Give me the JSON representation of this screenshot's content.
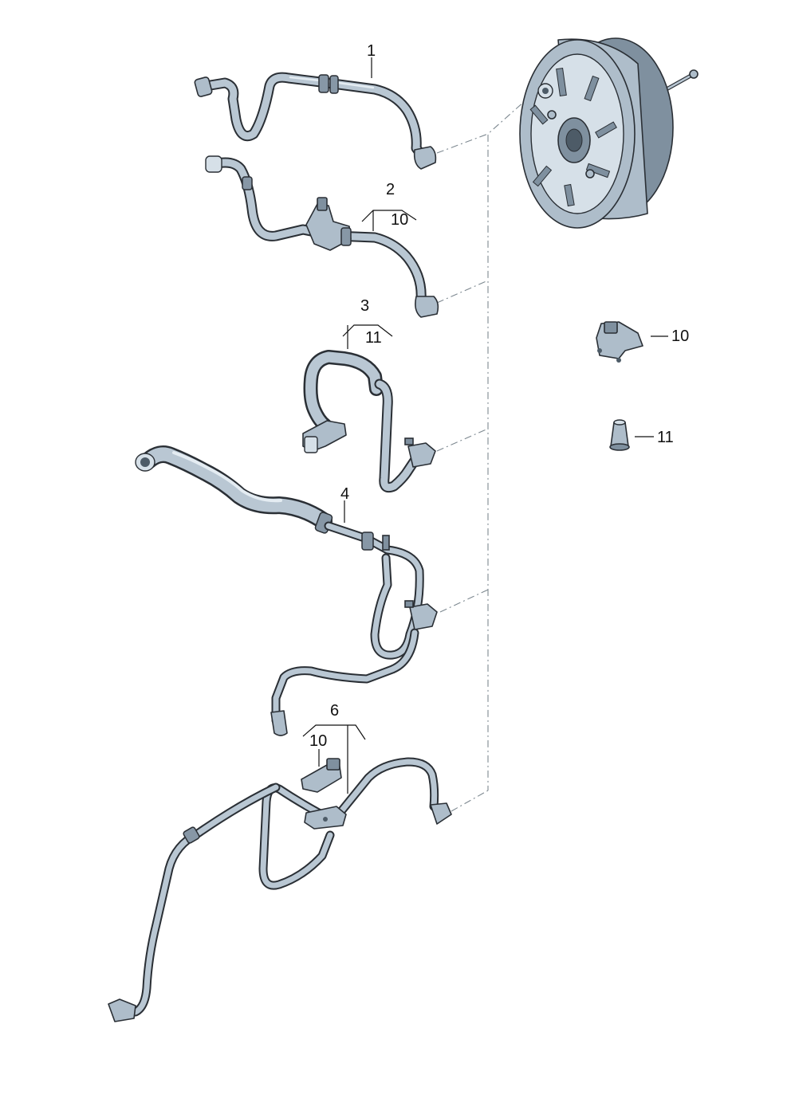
{
  "diagram": {
    "callouts": [
      {
        "id": "callout-1",
        "text": "1"
      },
      {
        "id": "callout-2",
        "text": "2"
      },
      {
        "id": "callout-2-sub-10",
        "text": "10"
      },
      {
        "id": "callout-3",
        "text": "3"
      },
      {
        "id": "callout-3-sub-11",
        "text": "11"
      },
      {
        "id": "callout-4",
        "text": "4"
      },
      {
        "id": "callout-6",
        "text": "6"
      },
      {
        "id": "callout-6-sub-10",
        "text": "10"
      },
      {
        "id": "callout-10",
        "text": "10"
      },
      {
        "id": "callout-11",
        "text": "11"
      }
    ]
  }
}
